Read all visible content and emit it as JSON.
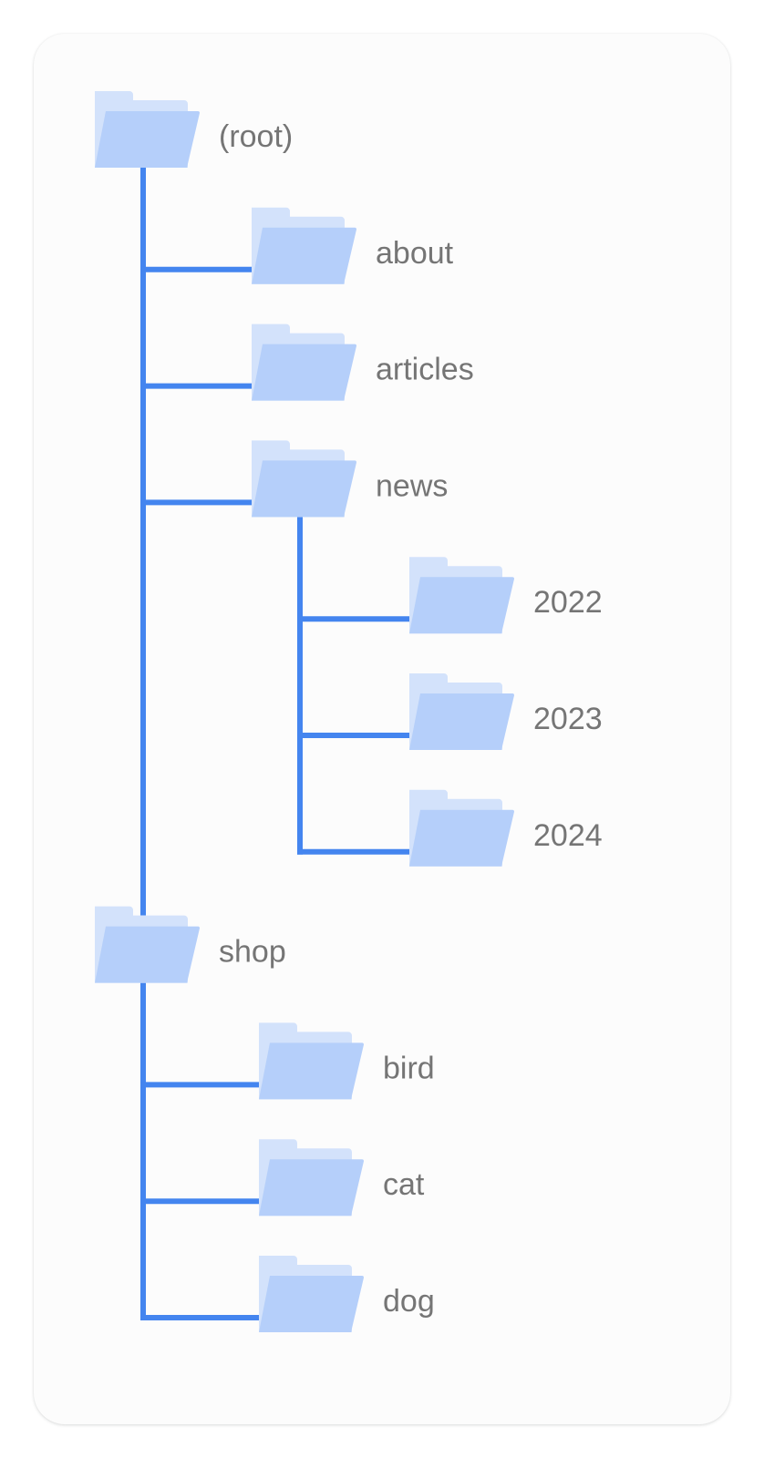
{
  "accent_color": "#4485ef",
  "folder_colors": {
    "back": "#d3e2fb",
    "front": "#b5cffa"
  },
  "label_color": "#757575",
  "tree": {
    "label": "(root)",
    "icon": "folder-icon",
    "children": [
      {
        "label": "about",
        "icon": "folder-icon",
        "children": []
      },
      {
        "label": "articles",
        "icon": "folder-icon",
        "children": []
      },
      {
        "label": "news",
        "icon": "folder-icon",
        "children": [
          {
            "label": "2022",
            "icon": "folder-icon",
            "children": []
          },
          {
            "label": "2023",
            "icon": "folder-icon",
            "children": []
          },
          {
            "label": "2024",
            "icon": "folder-icon",
            "children": []
          }
        ]
      },
      {
        "label": "shop",
        "icon": "folder-icon",
        "children": [
          {
            "label": "bird",
            "icon": "folder-icon",
            "children": []
          },
          {
            "label": "cat",
            "icon": "folder-icon",
            "children": []
          },
          {
            "label": "dog",
            "icon": "folder-icon",
            "children": []
          }
        ]
      }
    ]
  }
}
